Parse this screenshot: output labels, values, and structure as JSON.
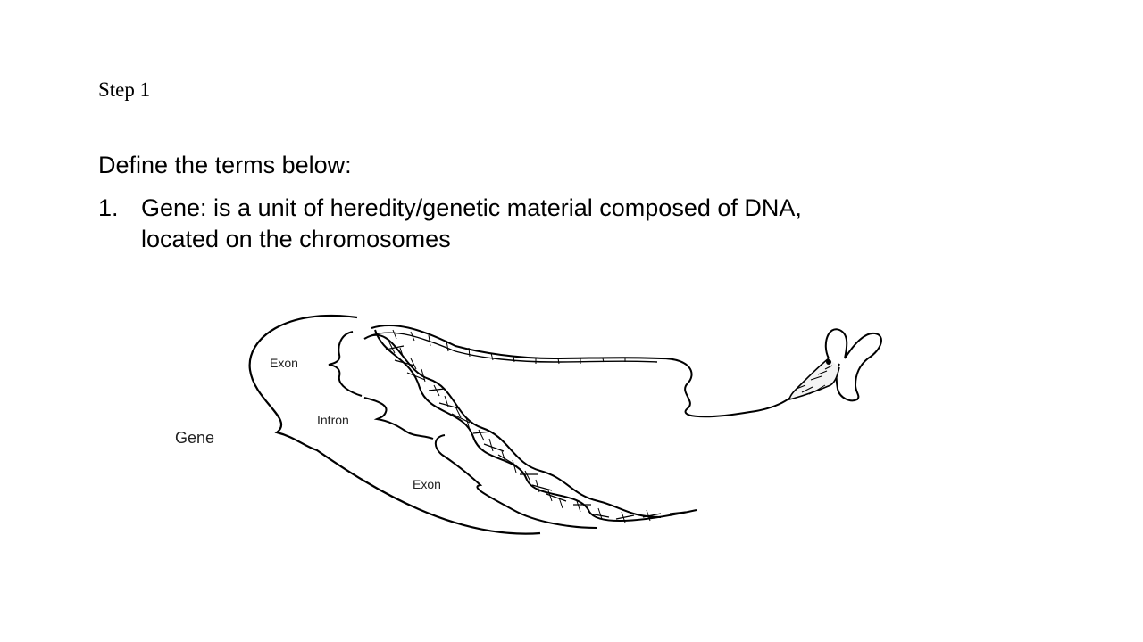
{
  "slide": {
    "step_title": "Step 1",
    "intro": "Define the terms below:",
    "definitions": [
      {
        "number": "1.",
        "line1": "Gene: is a unit of heredity/genetic material composed of DNA,",
        "line2": "located on the chromosomes"
      }
    ]
  },
  "diagram": {
    "labels": {
      "gene": "Gene",
      "exon_top": "Exon",
      "intron": "Intron",
      "exon_bottom": "Exon"
    },
    "icons": [
      "dna-double-helix-icon",
      "chromosome-icon"
    ]
  }
}
